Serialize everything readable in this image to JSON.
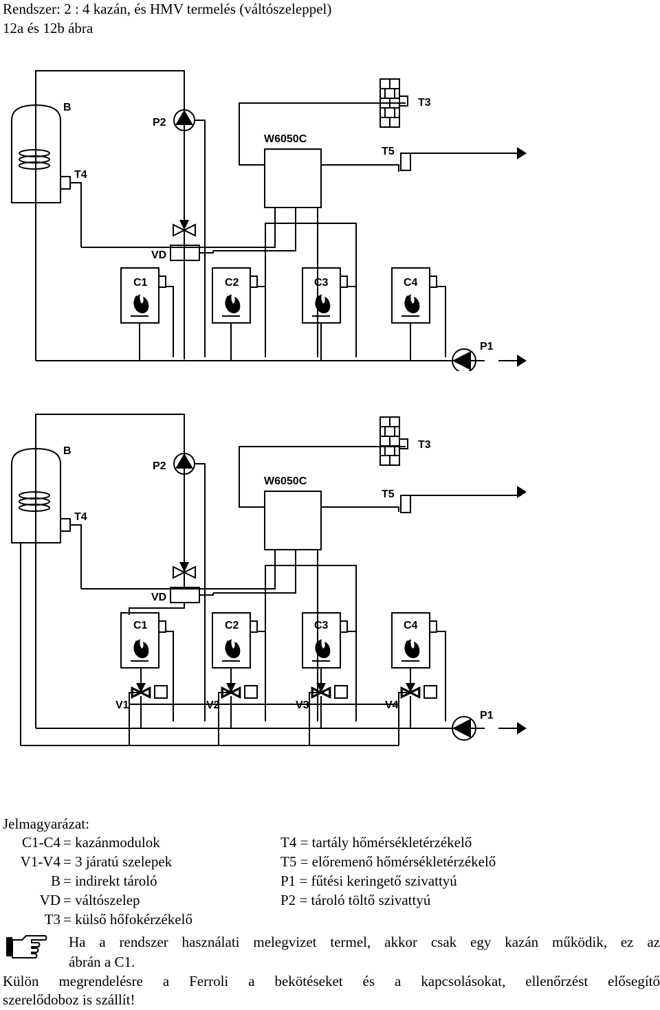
{
  "header": {
    "line1": "Rendszer: 2 : 4 kazán, és HMV termelés (váltószeleppel)",
    "line2": "12a és 12b ábra"
  },
  "diagram_labels": {
    "B": "B",
    "T4": "T4",
    "P2": "P2",
    "W6050C": "W6050C",
    "T3": "T3",
    "T5": "T5",
    "VD": "VD",
    "P1": "P1",
    "boilers": [
      "C1",
      "C2",
      "C3",
      "C4"
    ],
    "valves": [
      "V1",
      "V2",
      "V3",
      "V4"
    ]
  },
  "legend": {
    "title": "Jelmagyarázat:",
    "left": [
      {
        "code": "C1-C4",
        "desc": "= kazánmodulok"
      },
      {
        "code": "V1-V4",
        "desc": "= 3 járatú szelepek"
      },
      {
        "code": "B",
        "desc": "= indirekt tároló"
      },
      {
        "code": "VD",
        "desc": "= váltószelep"
      },
      {
        "code": "T3",
        "desc": "= külső hőfokérzékelő"
      }
    ],
    "right": [
      {
        "code": "T4",
        "desc": "= tartály hőmérsékletérzékelő"
      },
      {
        "code": "T5",
        "desc": "= előremenő hőmérsékletérzékelő"
      },
      {
        "code": "P1",
        "desc": "= fűtési keringető szivattyú"
      },
      {
        "code": "P2",
        "desc": "= tároló töltő szivattyú"
      }
    ]
  },
  "note": {
    "icon": "pointing-hand-icon",
    "line1": "Ha a rendszer használati melegvizet termel, akkor csak egy kazán működik, ez az",
    "line2": "ábrán a C1."
  },
  "footer": {
    "line1": "Külön megrendelésre a Ferroli a bekötéseket és a kapcsolásokat, ellenőrzést elősegítő",
    "line2": "szerelődoboz is szállít!"
  }
}
